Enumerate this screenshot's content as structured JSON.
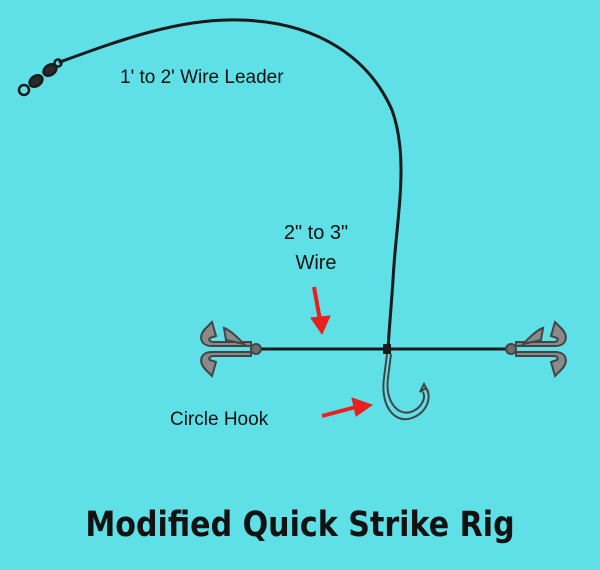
{
  "labels": {
    "leader": "1' to 2' Wire Leader",
    "wire_line1": "2\" to 3\"",
    "wire_line2": "Wire",
    "hook": "Circle Hook"
  },
  "title": "Modified Quick Strike Rig",
  "colors": {
    "background": "#5ee0e6",
    "wire": "#1a1a1a",
    "arrow": "#e8201e",
    "hook_outline": "#444444"
  },
  "icons": [
    "swivel-icon",
    "treble-hook-icon",
    "circle-hook-icon",
    "arrow-icon"
  ]
}
